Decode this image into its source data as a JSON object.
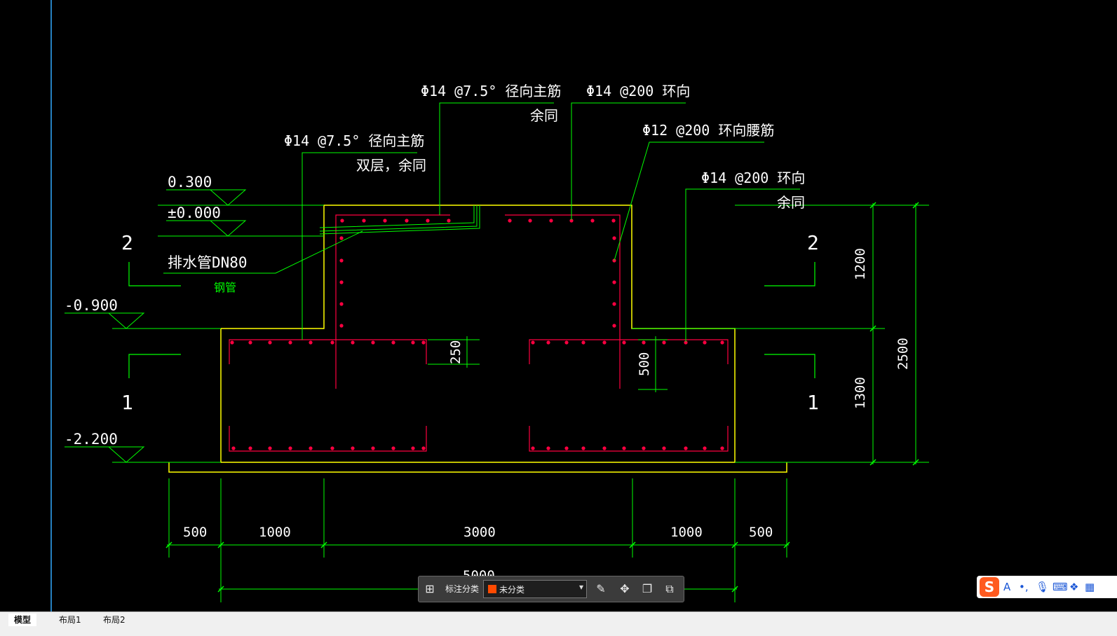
{
  "annotations": {
    "label1_line1": "Φ14 @7.5° 径向主筋",
    "label1_line2": "余同",
    "label2": "Φ14 @200 环向",
    "label3": "Φ12 @200 环向腰筋",
    "label4_line1": "Φ14 @7.5° 径向主筋",
    "label4_line2": "双层，余同",
    "label5_line1": "Φ14 @200 环向",
    "label5_line2": "余同",
    "drain_label": "排水管DN80",
    "drain_sub": "钢管"
  },
  "elevations": {
    "e1": "0.300",
    "e2": "±0.000",
    "e3": "-0.900",
    "e4": "-2.200"
  },
  "section_marks": {
    "top_left": "2",
    "top_right": "2",
    "bottom_left": "1",
    "bottom_right": "1"
  },
  "dimensions": {
    "bottom": [
      "500",
      "1000",
      "3000",
      "1000",
      "500"
    ],
    "total": "5000",
    "right_top": "1200",
    "right_bottom": "1300",
    "right_total": "2500",
    "inner_250": "250",
    "inner_500": "500"
  },
  "toolbar": {
    "label": "标注分类",
    "value": "未分类",
    "accent": "#ff4a00",
    "icons": [
      "grid-icon",
      "edit-icon",
      "move-icon",
      "copy-icon",
      "paste-icon"
    ]
  },
  "tabs": [
    "模型",
    "布局1",
    "布局2"
  ],
  "colors": {
    "outline": "#ffff00",
    "rebar": "#ff0040",
    "leader": "#00ff00",
    "text": "#ffffff",
    "background": "#000000"
  }
}
